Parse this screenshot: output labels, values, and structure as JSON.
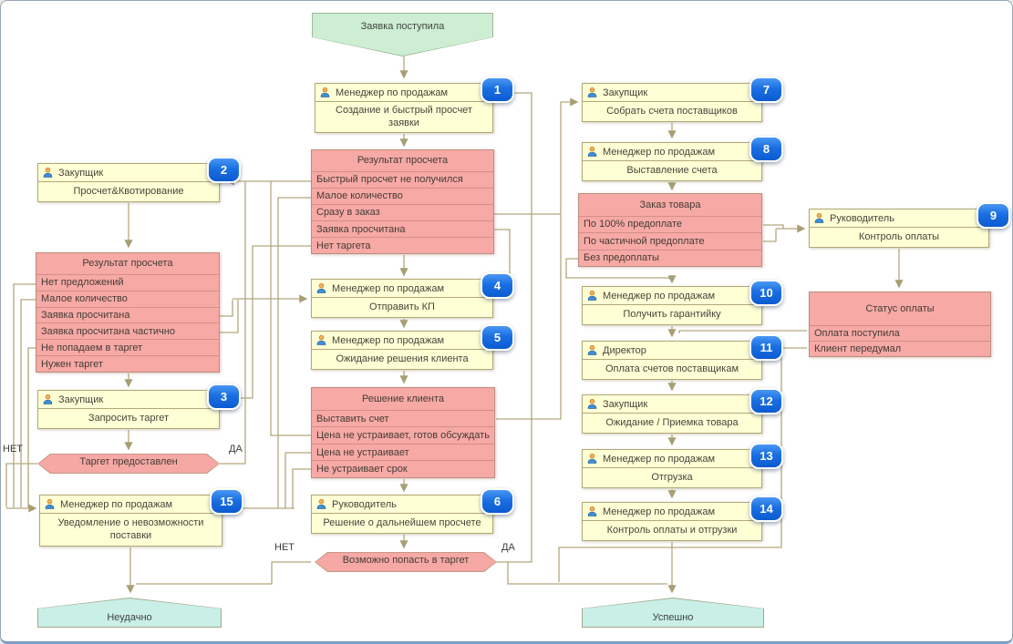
{
  "start": {
    "label": "Заявка поступила"
  },
  "ends": {
    "fail": {
      "label": "Неудачно"
    },
    "success": {
      "label": "Успешно"
    }
  },
  "tasks": {
    "t1": {
      "badge": "1",
      "role": "Менеджер по продажам",
      "action": "Создание и быстрый просчет заявки"
    },
    "t2": {
      "badge": "2",
      "role": "Закупщик",
      "action": "Просчет&Квотирование"
    },
    "t3": {
      "badge": "3",
      "role": "Закупщик",
      "action": "Запросить таргет"
    },
    "t4": {
      "badge": "4",
      "role": "Менеджер по продажам",
      "action": "Отправить КП"
    },
    "t5": {
      "badge": "5",
      "role": "Менеджер по продажам",
      "action": "Ожидание решения клиента"
    },
    "t6": {
      "badge": "6",
      "role": "Руководитель",
      "action": "Решение о дальнейшем просчете"
    },
    "t7": {
      "badge": "7",
      "role": "Закупщик",
      "action": "Собрать счета поставщиков"
    },
    "t8": {
      "badge": "8",
      "role": "Менеджер по продажам",
      "action": "Выставление счета"
    },
    "t9": {
      "badge": "9",
      "role": "Руководитель",
      "action": "Контроль оплаты"
    },
    "t10": {
      "badge": "10",
      "role": "Менеджер по продажам",
      "action": "Получить гарантийку"
    },
    "t11": {
      "badge": "11",
      "role": "Директор",
      "action": "Оплата счетов поставщикам"
    },
    "t12": {
      "badge": "12",
      "role": "Закупщик",
      "action": "Ожидание / Приемка товара"
    },
    "t13": {
      "badge": "13",
      "role": "Менеджер по продажам",
      "action": "Отгрузка"
    },
    "t14": {
      "badge": "14",
      "role": "Менеджер по продажам",
      "action": "Контроль оплаты и отгрузки"
    },
    "t15": {
      "badge": "15",
      "role": "Менеджер по продажам",
      "action": "Уведомление о невозможности поставки"
    }
  },
  "decisions": {
    "calc_center": {
      "title": "Результат просчета",
      "options": [
        "Быстрый просчет не получился",
        "Малое количество",
        "Сразу в заказ",
        "Заявка просчитана",
        "Нет таргета"
      ]
    },
    "calc_left": {
      "title": "Результат просчета",
      "options": [
        "Нет предложений",
        "Малое количество",
        "Заявка просчитана",
        "Заявка просчитана частично",
        "Не попадаем в таргет",
        "Нужен таргет"
      ]
    },
    "client": {
      "title": "Решение клиента",
      "options": [
        "Выставить счет",
        "Цена не устраивает, готов обсуждать",
        "Цена не устраивает",
        "Не устраивает срок"
      ]
    },
    "order": {
      "title": "Заказ товара",
      "options": [
        "По 100% предоплате",
        "По частичной предоплате",
        "Без предоплаты"
      ]
    },
    "payment": {
      "title": "Статус оплаты",
      "options": [
        "Оплата поступила",
        "Клиент передумал"
      ]
    }
  },
  "gateways": {
    "target": {
      "label": "Таргет предоставлен",
      "no": "НЕТ",
      "yes": "ДА"
    },
    "possible": {
      "label": "Возможно попасть в таргет",
      "no": "НЕТ",
      "yes": "ДА"
    }
  },
  "colors": {
    "task_fill": "#ffffd6",
    "decision_fill": "#f7a9a5",
    "start_fill": "#cdeed3",
    "end_fill": "#c9efe7",
    "badge_blue": "#1a6fe2",
    "wire": "#b3a87d"
  }
}
